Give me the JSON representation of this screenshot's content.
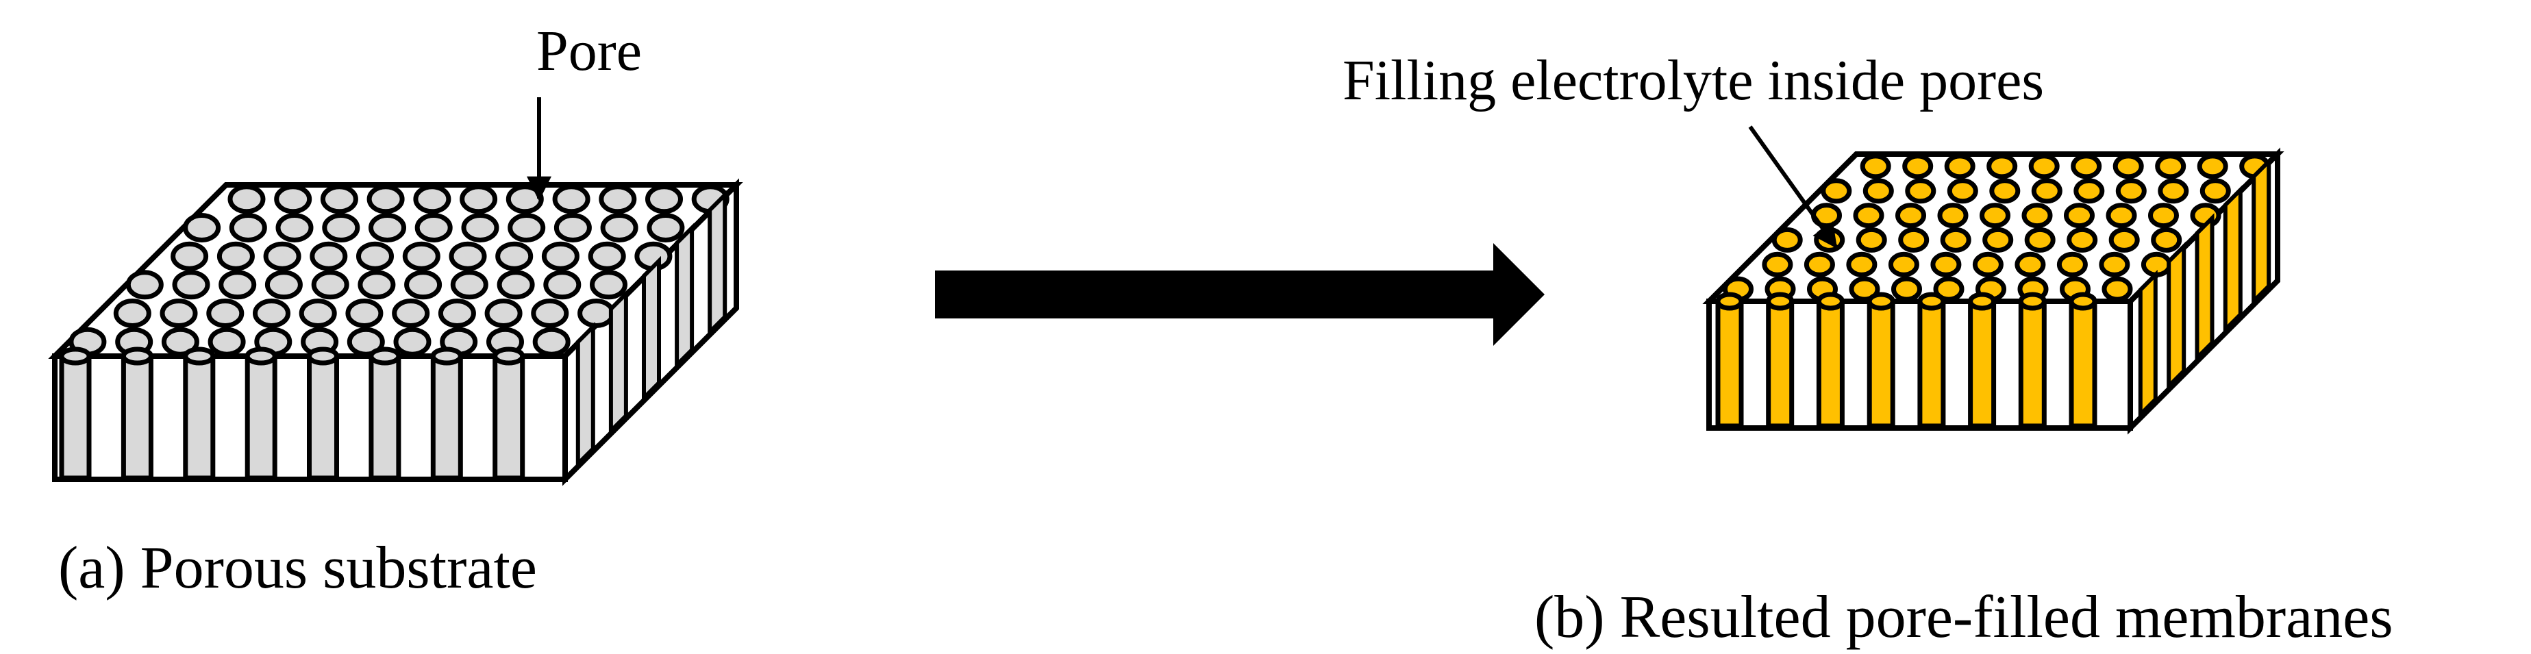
{
  "labels": {
    "pore": "Pore",
    "filling": "Filling electrolyte inside pores",
    "caption_a": "(a) Porous substrate",
    "caption_b": "(b) Resulted pore-filled membranes"
  },
  "colors": {
    "substrate_pore": "#d9d9d9",
    "filled_pore": "#ffc000",
    "outline": "#000000",
    "background": "#ffffff",
    "arrow": "#000000"
  },
  "icons": {
    "transform_arrow": "right-arrow-icon",
    "pore_pointer": "down-arrow-icon"
  }
}
